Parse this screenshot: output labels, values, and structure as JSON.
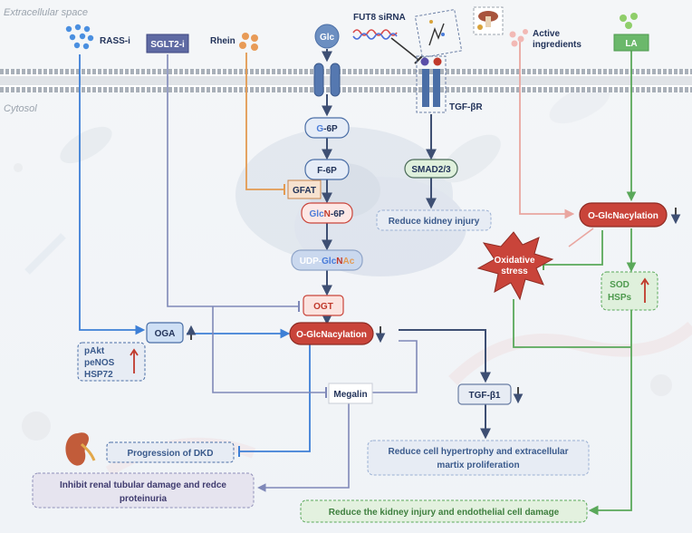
{
  "regions": {
    "extracellular": "Extracellular space",
    "cytosol": "Cytosol"
  },
  "drugs": {
    "rass_i": "RASS-i",
    "sglt2_i": "SGLT2-i",
    "rhein": "Rhein",
    "glc": "Glc",
    "fut8_sirna": "FUT8  siRNA",
    "active_ingredients_line1": "Active",
    "active_ingredients_line2": "ingredients",
    "la": "LA"
  },
  "receptor": {
    "tgf_br": "TGF-βR"
  },
  "hbp": {
    "g6p_a": "G",
    "g6p_b": "-6P",
    "f6p": "F-6P",
    "gfat": "GFAT",
    "glcn6p_a": "Glc",
    "glcn6p_b": "N",
    "glcn6p_c": "-6P",
    "udp_a": "UDP-",
    "udp_b": "Glc",
    "udp_c": "N",
    "udp_d": "Ac",
    "ogt": "OGT",
    "oga": "OGA",
    "oglc_center": "O-GlcNacylation",
    "megalin": "Megalin",
    "tgf_b1": "TGF-β1"
  },
  "signaling": {
    "smad": "SMAD2/3",
    "reduce_kidney_injury": "Reduce kidney injury",
    "hypertrophy_line1": "Reduce cell hypertrophy and extracellular",
    "hypertrophy_line2": "martix proliferation"
  },
  "right_path": {
    "oglc_right": "O-GlcNacylation",
    "oxidative_line1": "Oxidative",
    "oxidative_line2": "stress",
    "sod": "SOD",
    "hsps": "HSPs",
    "final_outcome": "Reduce the kidney injury and endothelial cell damage"
  },
  "left_path": {
    "pakt": "pAkt",
    "penos": "peNOS",
    "hsp72": "HSP72",
    "progression_dkd": "Progression of DKD",
    "inhibit_line1": "Inhibit renal tubular damage and redce",
    "inhibit_line2": "proteinuria"
  },
  "colors": {
    "blue_arrow": "#3d7fd6",
    "navy_arrow": "#3e4f73",
    "orange": "#e39a52",
    "green": "#5aa85a",
    "pink": "#e9a6a0",
    "red_box": "#c9443a",
    "up_arrow": "#c0392b",
    "down_arrow": "#333333"
  }
}
